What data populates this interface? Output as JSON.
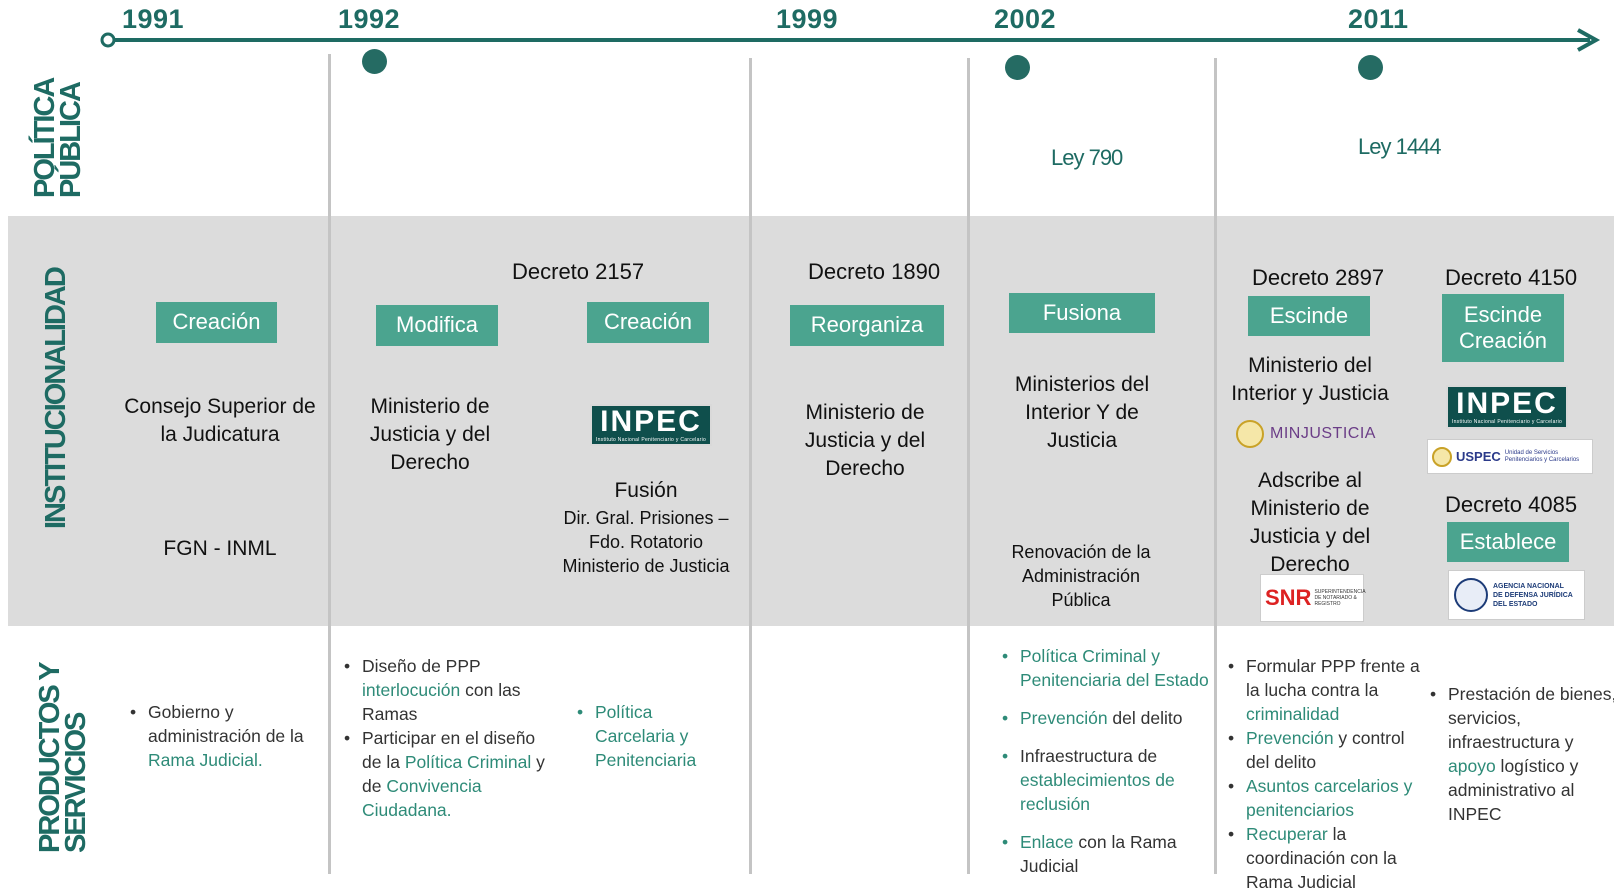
{
  "timeline": {
    "years": [
      "1991",
      "1992",
      "1999",
      "2002",
      "2011"
    ]
  },
  "rows": {
    "politica": "POLÍTICA\nPÚBLICA",
    "institucionalidad": "INSTITUCIONALIDAD",
    "productos": "PRODUCTOS Y\nSERVICIOS"
  },
  "politica": {
    "ley790": "Ley 790",
    "ley1444": "Ley 1444"
  },
  "inst": {
    "c1991": {
      "tag": "Creación",
      "entity": "Consejo Superior de la Judicatura",
      "extra": "FGN - INML"
    },
    "c1992a": {
      "tag": "Modifica",
      "entity": "Ministerio de Justicia y del Derecho"
    },
    "c1992b": {
      "decree": "Decreto 2157",
      "tag": "Creación",
      "logo": "INPEC",
      "logo_sub": "Instituto Nacional Penitenciario y Carcelario",
      "fusion": "Fusión",
      "detail": "Dir. Gral. Prisiones – Fdo. Rotatorio Ministerio de Justicia"
    },
    "c1999": {
      "decree": "Decreto 1890",
      "tag": "Reorganiza",
      "entity": "Ministerio de Justicia y del Derecho"
    },
    "c2002": {
      "tag": "Fusiona",
      "entity": "Ministerios del Interior Y de Justicia",
      "detail": "Renovación de la Administración Pública"
    },
    "c2011a": {
      "decree": "Decreto 2897",
      "tag": "Escinde",
      "entity": "Ministerio del Interior y Justicia",
      "logo": "MINJUSTICIA",
      "entity2": "Adscribe al Ministerio de Justicia y del Derecho",
      "logo2": "SNR",
      "logo2_sub": "SUPERINTENDENCIA DE NOTARIADO & REGISTRO"
    },
    "c2011b": {
      "decree": "Decreto 4150",
      "tag": "Escinde Creación",
      "logo": "INPEC",
      "logo_sub": "Instituto Nacional Penitenciario y Carcelario",
      "logo2": "USPEC",
      "logo2_sub": "Unidad de Servicios Penitenciarios y Carcelarios",
      "decree2": "Decreto 4085",
      "tag2": "Establece",
      "logo3": "AGENCIA NACIONAL DE DEFENSA JURÍDICA DEL ESTADO"
    }
  },
  "productos": {
    "c1991": [
      {
        "a": "Gobierno y administración de la ",
        "b": "Rama Judicial.",
        "c": ""
      }
    ],
    "c1992a": [
      {
        "a": "Diseño de PPP ",
        "b": "interlocución",
        "c": " con las Ramas"
      },
      {
        "a": "Participar en el diseño de la ",
        "b": "Política Criminal",
        "c": " y de ",
        "d": "Convivencia Ciudadana."
      }
    ],
    "c1992b": [
      {
        "a": "",
        "b": "Política Carcelaria y Penitenciaria",
        "c": ""
      }
    ],
    "c2002": [
      {
        "a": "",
        "b": "Política Criminal y Penitenciaria del Estado",
        "c": ""
      },
      {
        "a": "",
        "b": "Prevención",
        "c": " del delito"
      },
      {
        "a": "Infraestructura de ",
        "b": "establecimientos de reclusión",
        "c": ""
      },
      {
        "a": "",
        "b": "Enlace",
        "c": " con la Rama Judicial"
      }
    ],
    "c2011a": [
      {
        "a": "Formular PPP frente a la lucha contra la ",
        "b": "criminalidad",
        "c": ""
      },
      {
        "a": "",
        "b": "Prevención",
        "c": " y control del delito"
      },
      {
        "a": "",
        "b": "Asuntos carcelarios y penitenciarios",
        "c": ""
      },
      {
        "a": "",
        "b": "Recuperar",
        "c": " la coordinación con la Rama Judicial"
      }
    ],
    "c2011b": [
      {
        "a": "Prestación de bienes, servicios, infraestructura y ",
        "b": "apoyo",
        "c": " logístico y administrativo al INPEC"
      }
    ]
  },
  "colors": {
    "accent": "#1e6b63",
    "tag": "#4ba48f",
    "band": "#dcdcdc",
    "highlight": "#2e8b78"
  }
}
